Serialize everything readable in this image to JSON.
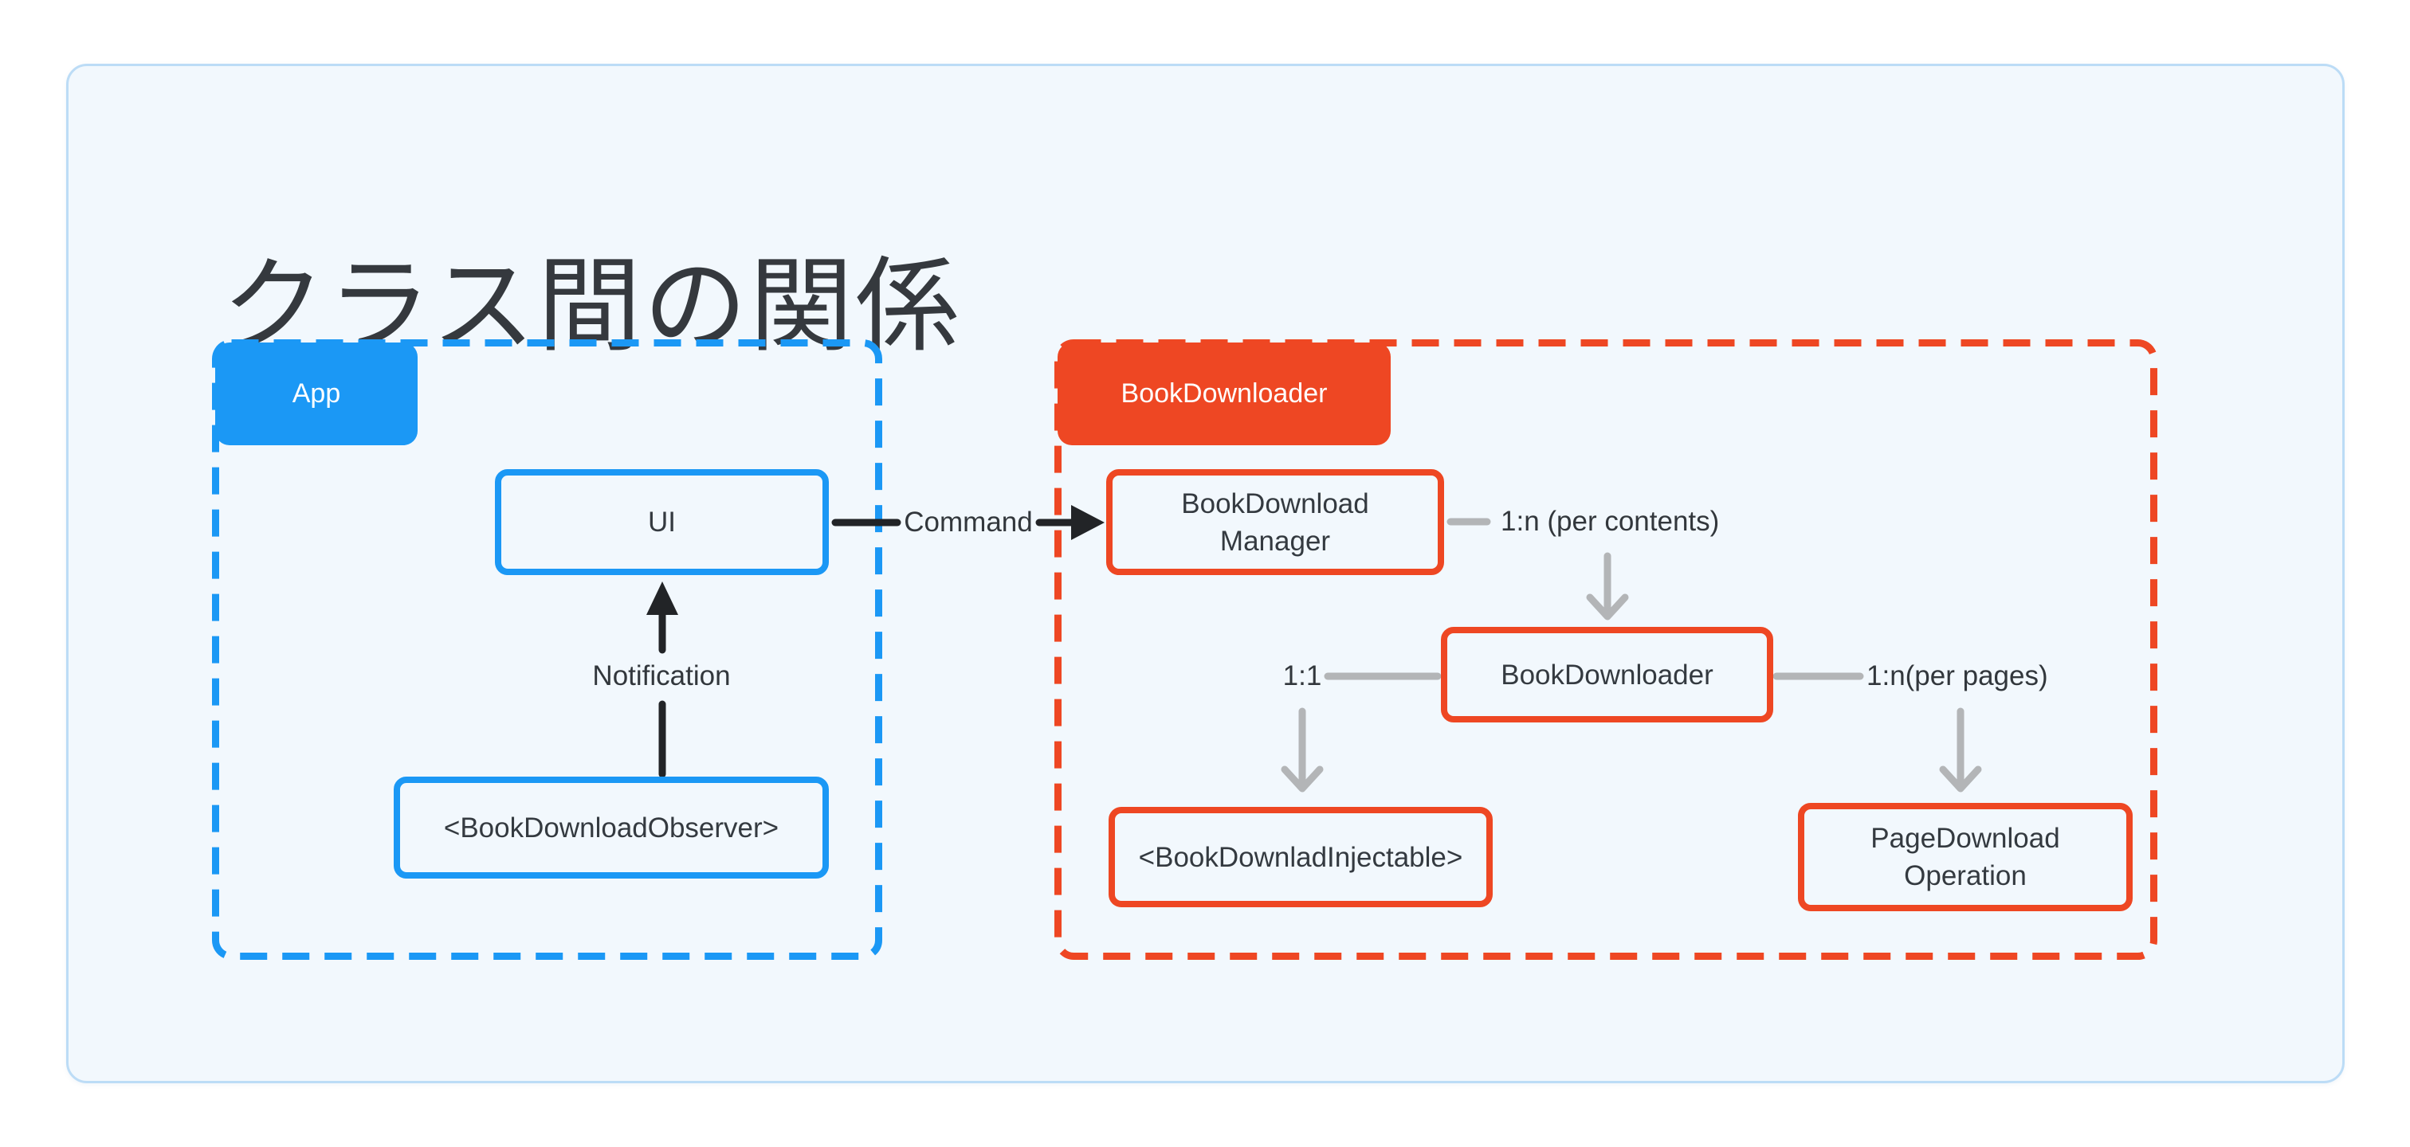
{
  "title": "クラス間の関係",
  "groups": {
    "app": {
      "label": "App"
    },
    "book": {
      "label": "BookDownloader"
    }
  },
  "nodes": {
    "ui": {
      "label": "UI"
    },
    "observer": {
      "label": "<BookDownloadObserver>"
    },
    "manager": {
      "label": "BookDownload Manager"
    },
    "downloader": {
      "label": "BookDownloader"
    },
    "injectable": {
      "label": "<BookDownladInjectable>"
    },
    "page_operation": {
      "label": "PageDownload Operation"
    }
  },
  "edges": {
    "command": {
      "label": "Command"
    },
    "notification": {
      "label": "Notification"
    },
    "per_contents": {
      "label": "1:n (per contents)"
    },
    "one_to_one": {
      "label": "1:1"
    },
    "per_pages": {
      "label": "1:n(per pages)"
    }
  },
  "colors": {
    "accent_blue": "#1b98f5",
    "accent_red": "#ee4723",
    "line_black": "#222427",
    "line_gray": "#b3b5b7",
    "card_background": "#f2f8fd",
    "card_border": "#bcdcf6",
    "text_dark": "#343a40",
    "label_text": "#ffffff",
    "page_background": "#ffffff"
  }
}
